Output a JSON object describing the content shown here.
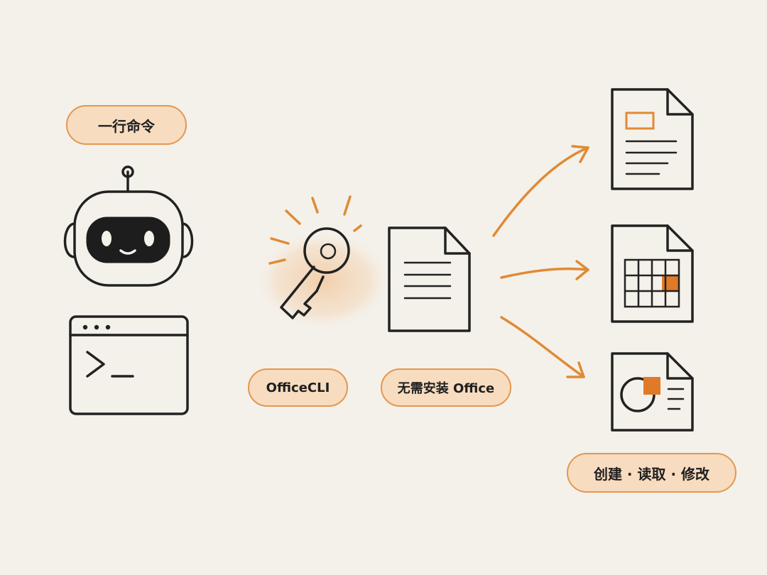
{
  "labels": {
    "command": "一行命令",
    "officecli": "OfficeCLI",
    "no_install": "无需安装 Office",
    "crud": "创建 · 读取 · 修改"
  },
  "icons": {
    "agent": "robot-icon",
    "terminal": "terminal-icon",
    "tool": "key-icon",
    "input": "document-icon",
    "outputs": [
      "word-document-icon",
      "spreadsheet-icon",
      "presentation-icon"
    ]
  },
  "colors": {
    "background": "#f4f1ea",
    "accent": "#e08a35",
    "pill_fill": "#f8dcc0",
    "ink": "#222222"
  }
}
